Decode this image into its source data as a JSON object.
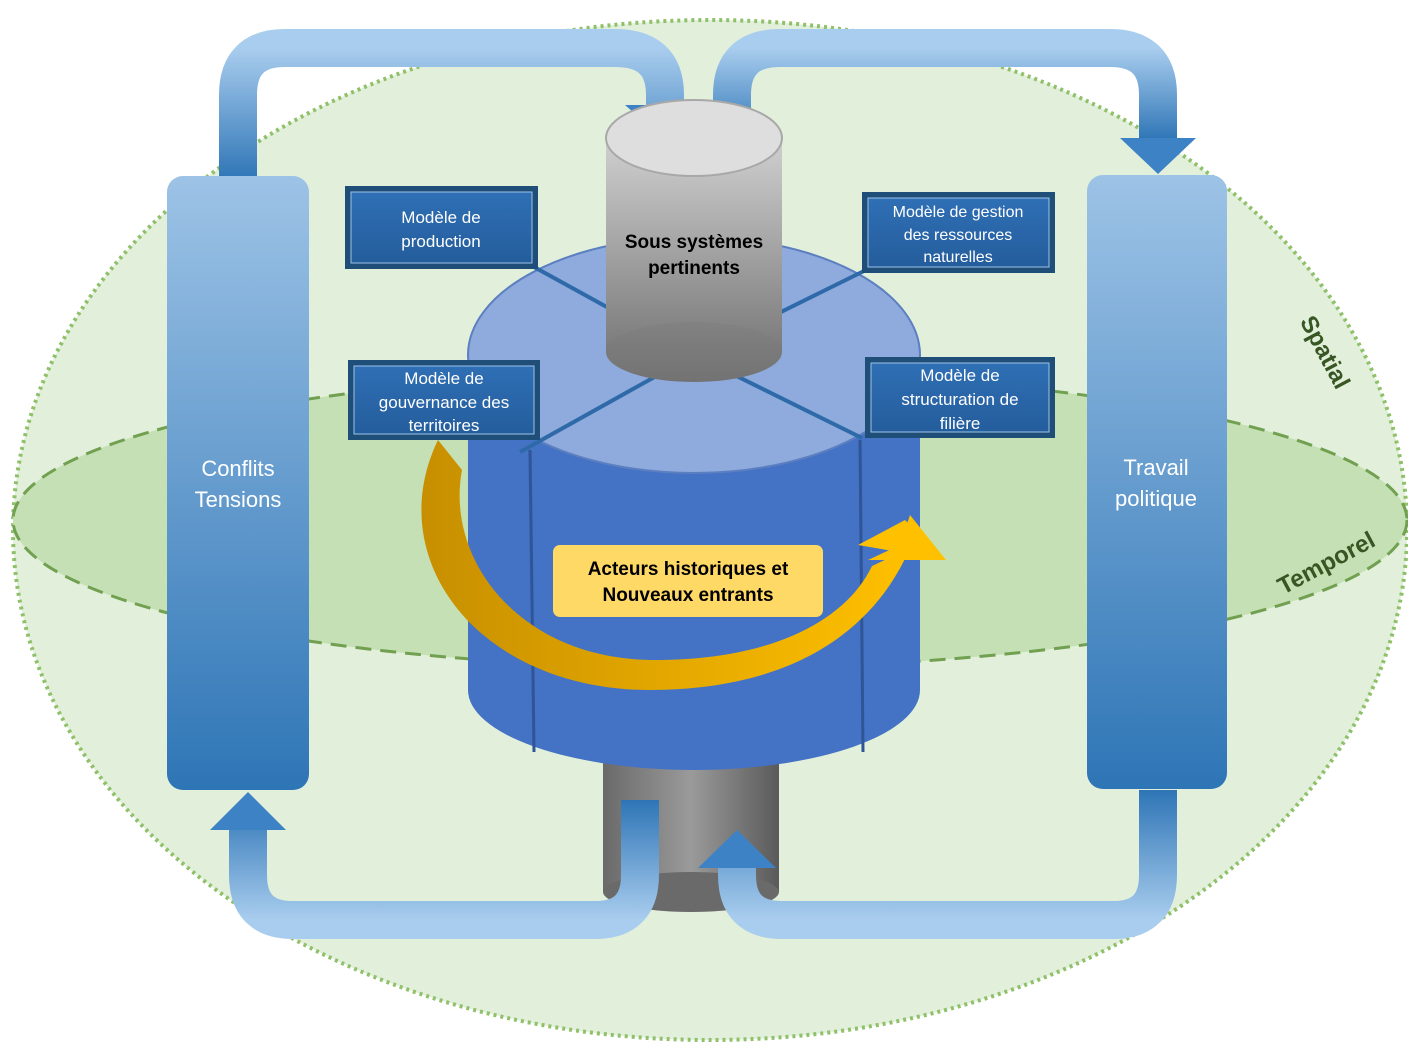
{
  "center": {
    "core_label_line1": "Sous systèmes",
    "core_label_line2": "pertinents",
    "actors_line1": "Acteurs historiques et",
    "actors_line2": "Nouveaux entrants"
  },
  "models": {
    "production": [
      "Modèle de",
      "production"
    ],
    "gestion": [
      "Modèle de gestion",
      "des ressources",
      "naturelles"
    ],
    "gouvernance": [
      "Modèle de",
      "gouvernance des",
      "territoires"
    ],
    "structuration": [
      "Modèle de",
      "structuration de",
      "filière"
    ]
  },
  "pillars": {
    "left": [
      "Conflits",
      "Tensions"
    ],
    "right": [
      "Travail",
      "politique"
    ]
  },
  "dimensions": {
    "spatial": "Spatial",
    "temporel": "Temporel"
  },
  "colors": {
    "sphere_fill": "#e2efda",
    "ellipse_fill": "#c5e0b4",
    "dashed_outline": "#8fc06a",
    "cylinder_top": "#8faadc",
    "cylinder_body": "#4472c4",
    "model_box": "#2e75b6",
    "pillar_top": "#9dc3e6",
    "pillar_bottom": "#2e75b6",
    "actors_box": "#ffd966",
    "arrow_gold": "#ffc000",
    "label_green": "#375623"
  }
}
